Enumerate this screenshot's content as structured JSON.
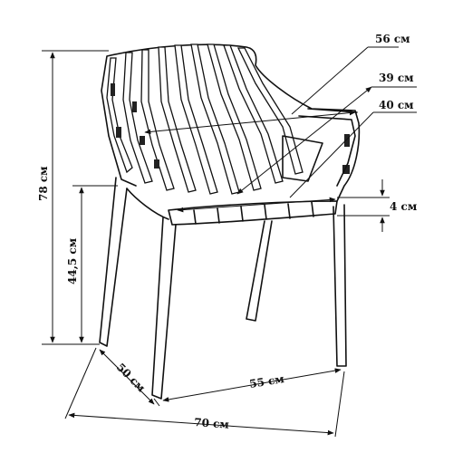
{
  "labels": {
    "width_top": "56 см",
    "depth_seat": "39 см",
    "width_seat": "40 см",
    "seat_thickness": "4 см",
    "height_total": "78 см",
    "height_seat": "44,5 см",
    "depth_total": "50 см",
    "width_base": "55 см",
    "width_total": "70 см"
  },
  "colors": {
    "line": "#111111",
    "background": "#ffffff"
  }
}
